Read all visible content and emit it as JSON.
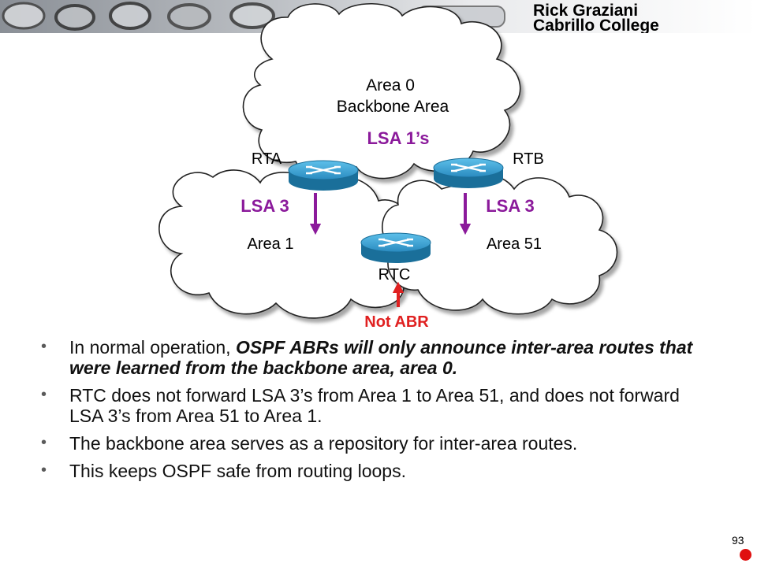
{
  "header": {
    "author": "Rick Graziani",
    "school": "Cabrillo College"
  },
  "diagram": {
    "area0_line1": "Area 0",
    "area0_line2": "Backbone Area",
    "area1": "Area 1",
    "area51": "Area 51",
    "rta": "RTA",
    "rtb": "RTB",
    "rtc": "RTC",
    "lsa1": "LSA 1’s",
    "lsa3_left": "LSA 3",
    "lsa3_right": "LSA 3",
    "not_abr": "Not ABR",
    "colors": {
      "lsa": "#8b1a9b",
      "abr_note": "#e02020",
      "router": "#1e7fb0"
    },
    "icons": [
      "cloud-icon",
      "router-icon",
      "arrow-icon"
    ]
  },
  "bullets": [
    {
      "pre": "In normal operation, ",
      "em": "OSPF ABRs will only announce inter-area routes that were learned from the backbone area, area 0.",
      "post": ""
    },
    {
      "pre": "RTC does not forward LSA 3’s from Area 1 to Area 51, and does not forward LSA 3’s from Area 51 to Area 1.",
      "em": "",
      "post": ""
    },
    {
      "pre": "The backbone area serves as a repository for inter-area routes.",
      "em": "",
      "post": ""
    },
    {
      "pre": "This keeps OSPF safe from routing loops.",
      "em": "",
      "post": ""
    }
  ],
  "page_number": "93"
}
